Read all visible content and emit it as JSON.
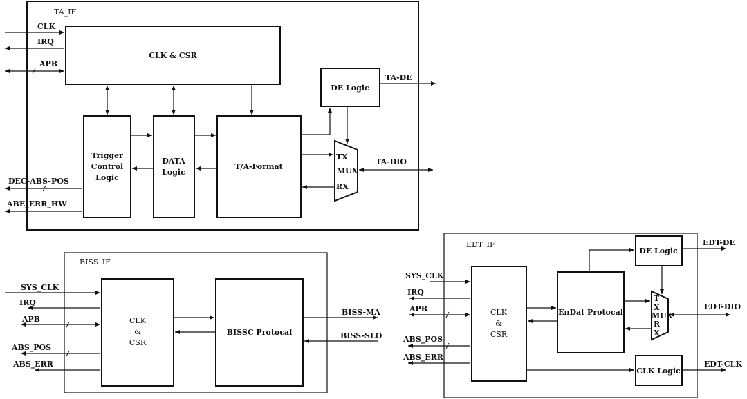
{
  "ta_if": {
    "title": "TA_IF",
    "ports": {
      "clk": "CLK",
      "irq": "IRQ",
      "apb": "APB",
      "dec_abs_pos": "DEC-ABS-POS",
      "abe_err_hw": "ABE_ERR_HW",
      "ta_de": "TA-DE",
      "ta_dio": "TA-DIO"
    },
    "blocks": {
      "clk_csr": "CLK & CSR",
      "trigger": [
        "Trigger",
        "Control",
        "Logic"
      ],
      "data_logic": [
        "DATA",
        "Logic"
      ],
      "ta_format": "T/A-Format",
      "de_logic": "DE Logic",
      "mux": [
        "TX",
        "MUX",
        "RX"
      ]
    }
  },
  "biss_if": {
    "title": "BISS_IF",
    "ports": {
      "sys_clk": "SYS_CLK",
      "irq": "IRQ",
      "apb": "APB",
      "abs_pos": "ABS_POS",
      "abs_err": "ABS_ERR",
      "biss_ma": "BISS-MA",
      "biss_slo": "BISS-SLO"
    },
    "blocks": {
      "clk_csr": [
        "CLK",
        "&",
        "CSR"
      ],
      "bissc": "BISSC Protocal"
    }
  },
  "edt_if": {
    "title": "EDT_IF",
    "ports": {
      "sys_clk": "SYS_CLK",
      "irq": "IRQ",
      "apb": "APB",
      "abs_pos": "ABS_POS",
      "abs_err": "ABS_ERR",
      "edt_de": "EDT-DE",
      "edt_dio": "EDT-DIO",
      "edt_clk": "EDT-CLK"
    },
    "blocks": {
      "clk_csr": [
        "CLK",
        "&",
        "CSR"
      ],
      "endat": "EnDat Protocal",
      "de_logic": "DE Logic",
      "clk_logic": "CLK Logic",
      "mux": [
        "T",
        "X",
        "MUX",
        "R",
        "X"
      ]
    }
  }
}
